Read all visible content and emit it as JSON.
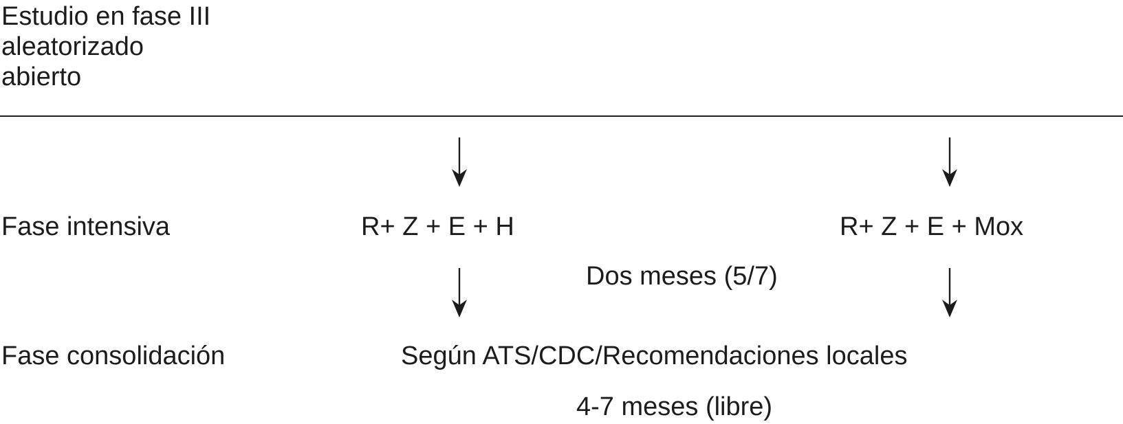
{
  "study": {
    "lines": [
      "Estudio en fase III",
      "aleatorizado",
      "abierto"
    ]
  },
  "phases": {
    "intensive_label": "Fase intensiva",
    "consolidation_label": "Fase consolidación"
  },
  "arms": {
    "left_regimen": "R+ Z + E + H",
    "right_regimen": "R+ Z + E + Mox"
  },
  "intensive_duration": "Dos meses (5/7)",
  "consolidation": {
    "text": "Según ATS/CDC/Recomendaciones locales",
    "duration": "4-7 meses (libre)"
  },
  "colors": {
    "ink": "#1c1c1c",
    "background": "#ffffff"
  }
}
